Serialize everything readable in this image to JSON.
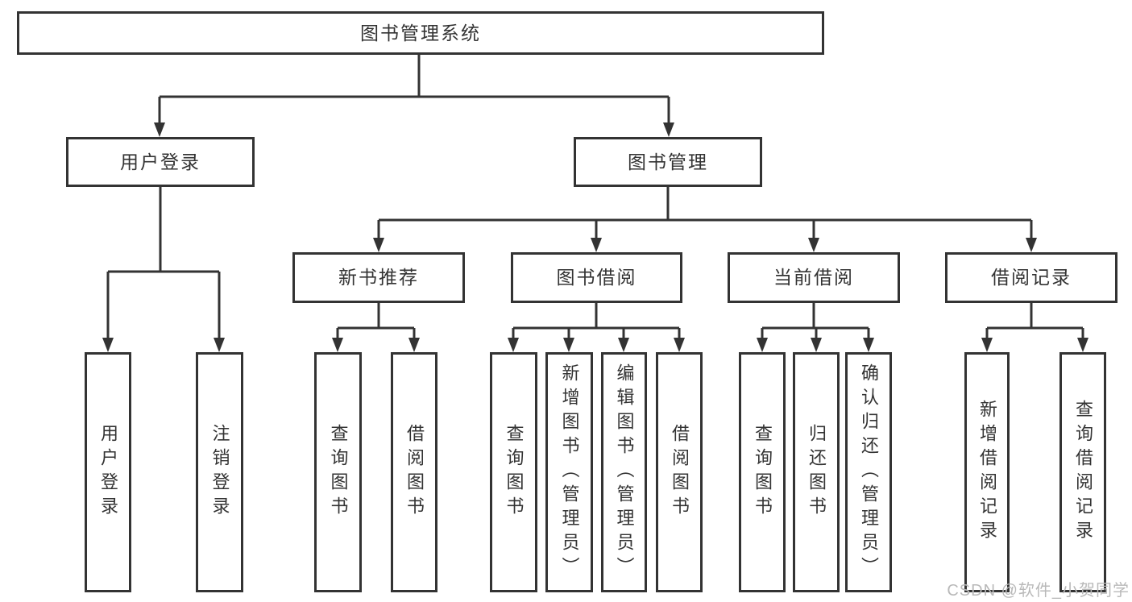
{
  "nodes": {
    "root": "图书管理系统",
    "level2": [
      "用户登录",
      "图书管理"
    ],
    "level3": [
      "新书推荐",
      "图书借阅",
      "当前借阅",
      "借阅记录"
    ],
    "leaves": [
      "用户登录",
      "注销登录",
      "查询图书",
      "借阅图书",
      "查询图书",
      "新增图书（管理员）",
      "编辑图书（管理员）",
      "借阅图书",
      "查询图书",
      "归还图书",
      "确认归还（管理员）",
      "新增借阅记录",
      "查询借阅记录"
    ]
  },
  "watermark": "CSDN @软件_小贺同学",
  "colors": {
    "line": "#333333",
    "text": "#333333",
    "box_fill": "#ffffff",
    "background": "#ffffff",
    "watermark": "#b9b9b9"
  }
}
